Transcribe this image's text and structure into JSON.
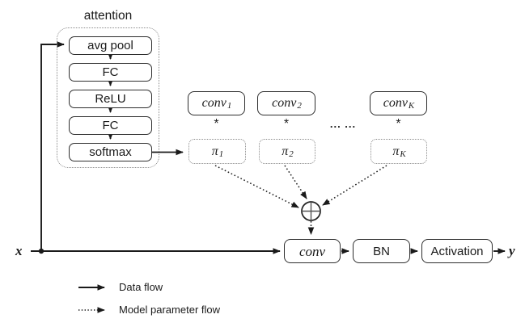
{
  "attention": {
    "title": "attention",
    "layers": [
      "avg pool",
      "FC",
      "ReLU",
      "FC",
      "softmax"
    ]
  },
  "kernels": [
    {
      "conv_base": "conv",
      "conv_sub": "1",
      "op": "*",
      "pi_base": "π",
      "pi_sub": "1"
    },
    {
      "conv_base": "conv",
      "conv_sub": "2",
      "op": "*",
      "pi_base": "π",
      "pi_sub": "2"
    },
    {
      "conv_base": "conv",
      "conv_sub": "K",
      "op": "*",
      "pi_base": "π",
      "pi_sub": "K"
    }
  ],
  "ellipsis": "... ...",
  "pipeline": {
    "input_label": "x",
    "conv_label": "conv",
    "bn_label": "BN",
    "activation_label": "Activation",
    "output_label": "y"
  },
  "legend": {
    "data_flow_label": "Data flow",
    "param_flow_label": "Model parameter flow"
  },
  "colors": {
    "line": "#1a1a1a",
    "box_border": "#2e2e2e",
    "dotted_border": "#8a8a8a",
    "background": "#ffffff"
  }
}
